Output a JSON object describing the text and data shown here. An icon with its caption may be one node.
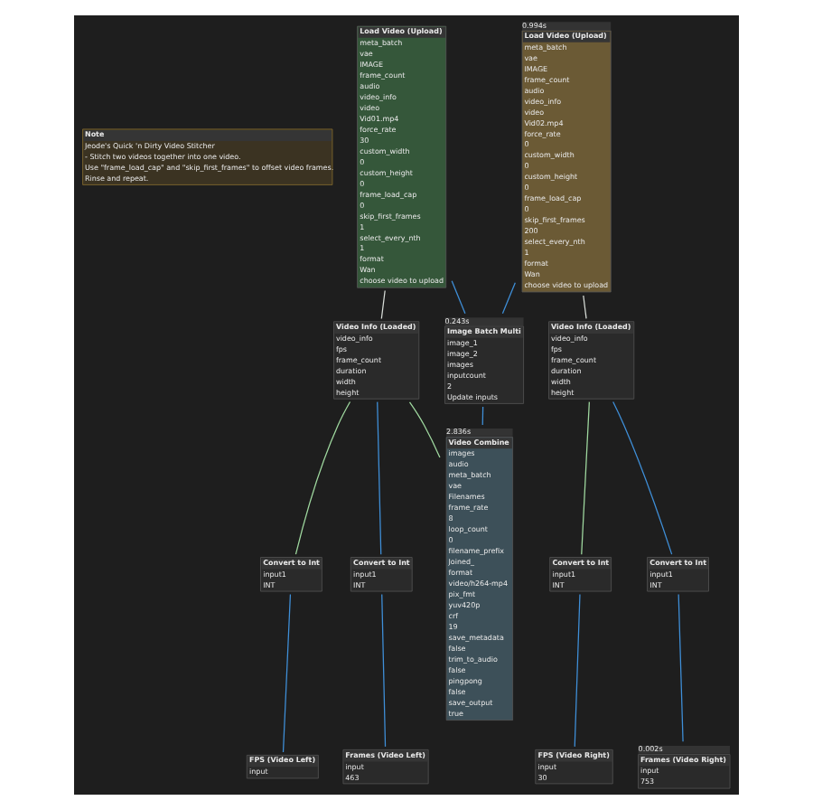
{
  "diagram": {
    "nodes": [
      {
        "text": [
          "Note",
          "Jeode's Quick 'n Dirty Video Stitcher",
          "- Stitch two videos together into one video.",
          "Use \"frame_load_cap\" and \"skip_first_frames\" to offset video frames.",
          "Rinse and repeat."
        ]
      },
      {
        "text": [
          "Frames (Video Left)",
          "input",
          "463"
        ]
      },
      {
        "text": [
          "FPS (Video Left)",
          "input"
        ]
      },
      {
        "text": [
          "Load Video (Upload)",
          "meta_batch",
          "vae",
          "IMAGE",
          "frame_count",
          "audio",
          "video_info",
          "video",
          "Vid01.mp4",
          "force_rate",
          "30",
          "custom_width",
          "0",
          "custom_height",
          "0",
          "frame_load_cap",
          "0",
          "skip_first_frames",
          "1",
          "select_every_nth",
          "1",
          "format",
          "Wan",
          "choose video to upload"
        ]
      },
      {
        "text": [
          "Video Info (Loaded)",
          "video_info",
          "fps",
          "frame_count",
          "duration",
          "width",
          "height"
        ]
      },
      {
        "text": [
          "Convert to Int",
          "input1",
          "INT"
        ]
      },
      {
        "text": [
          "Convert to Int",
          "input1",
          "INT"
        ]
      },
      {
        "text": [
          "Frames (Video Right)",
          "input",
          "753"
        ],
        "beside": [
          "0.002s"
        ]
      },
      {
        "text": [
          "FPS (Video Right)",
          "input",
          "30"
        ]
      },
      {
        "text": [
          "Load Video (Upload)",
          "meta_batch",
          "vae",
          "IMAGE",
          "frame_count",
          "audio",
          "video_info",
          "video",
          "Vid02.mp4",
          "force_rate",
          "0",
          "custom_width",
          "0",
          "custom_height",
          "0",
          "frame_load_cap",
          "0",
          "skip_first_frames",
          "200",
          "select_every_nth",
          "1",
          "format",
          "Wan",
          "choose video to upload"
        ],
        "beside": [
          "0.994s"
        ]
      },
      {
        "text": [
          "Video Info (Loaded)",
          "video_info",
          "fps",
          "frame_count",
          "duration",
          "width",
          "height"
        ]
      },
      {
        "text": [
          "Convert to Int",
          "input1",
          "INT"
        ]
      },
      {
        "text": [
          "Convert to Int",
          "input1",
          "INT"
        ]
      },
      {
        "text": [
          "Video Combine",
          "images",
          "audio",
          "meta_batch",
          "vae",
          "Filenames",
          "frame_rate",
          "8",
          "loop_count",
          "0",
          "filename_prefix",
          "Joined_",
          "format",
          "video/h264-mp4",
          "pix_fmt",
          "yuv420p",
          "crf",
          "19",
          "save_metadata",
          "false",
          "trim_to_audio",
          "false",
          "pingpong",
          "false",
          "save_output",
          "true"
        ],
        "beside": [
          "2.836s"
        ]
      },
      {
        "text": [
          "Image Batch Multi",
          "image_1",
          "image_2",
          "images",
          "inputcount",
          "2",
          "Update inputs"
        ],
        "beside": [
          "0.243s"
        ]
      }
    ],
    "edges": [
      {
        "from": 3,
        "to": 14,
        "arrow": "none"
      },
      {
        "from": 9,
        "to": 14,
        "arrow": "none"
      },
      {
        "from": 14,
        "to": 13,
        "arrow": "none"
      },
      {
        "from": 3,
        "to": 4,
        "arrow": "none",
        "color": "#d8ddd8"
      },
      {
        "from": 9,
        "to": 10,
        "arrow": "none",
        "color": "#d8ddd8"
      },
      {
        "from": 4,
        "to": 13,
        "arrow": "none",
        "color": "#9fd89f"
      },
      {
        "from": 4,
        "to": 5,
        "arrow": "none",
        "color": "#9fd89f"
      },
      {
        "from": 5,
        "to": 2,
        "arrow": "none"
      },
      {
        "from": 4,
        "to": 6,
        "arrow": "none"
      },
      {
        "from": 6,
        "to": 1,
        "arrow": "none"
      },
      {
        "from": 10,
        "to": 11,
        "arrow": "none",
        "color": "#9fd89f"
      },
      {
        "from": 11,
        "to": 8,
        "arrow": "none"
      },
      {
        "from": 10,
        "to": 12,
        "arrow": "none"
      },
      {
        "from": 12,
        "to": 7,
        "arrow": "none"
      }
    ]
  }
}
